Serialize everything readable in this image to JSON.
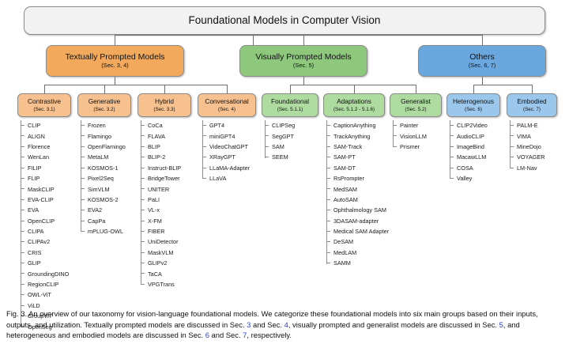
{
  "root": {
    "title": "Foundational Models in Computer Vision"
  },
  "tier2": [
    {
      "id": "text",
      "label": "Textually Prompted Models",
      "section": "(Sec. 3, 4)",
      "color": "#f2a95c"
    },
    {
      "id": "vis",
      "label": "Visually Prompted Models",
      "section": "(Sec. 5)",
      "color": "#8ec87c"
    },
    {
      "id": "oth",
      "label": "Others",
      "section": "(Sec. 6, 7)",
      "color": "#6ba7df"
    }
  ],
  "categories": [
    {
      "id": "contrastive",
      "label": "Contrastive",
      "section": "(Sec. 3.1)",
      "color": "#f7c08f",
      "items": [
        "CLIP",
        "ALIGN",
        "Florence",
        "WenLan",
        "FILIP",
        "FLIP",
        "MaskCLIP",
        "EVA-CLIP",
        "EVA",
        "OpenCLIP",
        "CLIPA",
        "CLIPAv2",
        "CRIS",
        "GLIP",
        "GroundingDINO",
        "RegionCLIP",
        "OWL-ViT",
        "ViLD",
        "GroupViT",
        "OpenSeg"
      ]
    },
    {
      "id": "generative",
      "label": "Generative",
      "section": "(Sec. 3.2)",
      "color": "#f7c08f",
      "items": [
        "Frozen",
        "Flamingo",
        "OpenFlamingo",
        "MetaLM",
        "KOSMOS-1",
        "Pixel2Seq",
        "SimVLM",
        "KOSMOS-2",
        "EVA2",
        "CapPa",
        "mPLUG-OWL"
      ]
    },
    {
      "id": "hybrid",
      "label": "Hybrid",
      "section": "(Sec. 3.3)",
      "color": "#f7c08f",
      "items": [
        "CoCa",
        "FLAVA",
        "BLIP",
        "BLIP-2",
        "Instruct-BLIP",
        "BridgeTower",
        "UNITER",
        "PaLI",
        "VL-x",
        "X-FM",
        "FIBER",
        "UniDetector",
        "MaskVLM",
        "GLIPv2",
        "TaCA",
        "VPGTrans"
      ]
    },
    {
      "id": "conversational",
      "label": "Conversational",
      "section": "(Sec. 4)",
      "color": "#f7c08f",
      "items": [
        "GPT4",
        "miniGPT4",
        "VideoChatGPT",
        "XRayGPT",
        "LLaMA-Adapter",
        "LLaVA"
      ]
    },
    {
      "id": "foundational",
      "label": "Foundational",
      "section": "(Sec. 5.1.1)",
      "color": "#aedba0",
      "items": [
        "CLIPSeg",
        "SegGPT",
        "SAM",
        "SEEM"
      ]
    },
    {
      "id": "adaptations",
      "label": "Adaptations",
      "section": "(Sec. 5.1.2 - 5.1.6)",
      "color": "#aedba0",
      "items": [
        "CaptionAnything",
        "TrackAnything",
        "SAM-Track",
        "SAM-PT",
        "SAM-DT",
        "RsPrompter",
        "MedSAM",
        "AutoSAM",
        "Ophthalmology SAM",
        "3DASAM-adapter",
        "Medical SAM Adapter",
        "DeSAM",
        "MedLAM",
        "SAMM"
      ]
    },
    {
      "id": "generalist",
      "label": "Generalist",
      "section": "(Sec. 5.2)",
      "color": "#aedba0",
      "items": [
        "Painter",
        "VisionLLM",
        "Prismer"
      ]
    },
    {
      "id": "heterogenous",
      "label": "Heterogenous",
      "section": "(Sec. 6)",
      "color": "#9cc7ec",
      "items": [
        "CLIP2Video",
        "AudioCLIP",
        "ImageBind",
        "MacawLLM",
        "COSA",
        "Valley"
      ]
    },
    {
      "id": "embodied",
      "label": "Embodied",
      "section": "(Sec. 7)",
      "color": "#9cc7ec",
      "items": [
        "PALM-E",
        "VIMA",
        "MineDojo",
        "VOYAGER",
        "LM-Nav"
      ]
    }
  ],
  "caption": {
    "prefix": "Fig. 3. An overview of our taxonomy for vision-language foundational models. We categorize these foundational models into six main groups based on their inputs, outputs, and utilization. Textually prompted models are discussed in Sec. ",
    "sec_a": "3",
    "mid_a": " and Sec. ",
    "sec_b": "4",
    "mid_b": ", visually prompted and generalist models are discussed in Sec. ",
    "sec_c": "5",
    "mid_c": ", and heterogeneous and embodied models are discussed in Sec. ",
    "sec_d": "6",
    "mid_d": " and Sec. ",
    "sec_e": "7",
    "suffix": ", respectively."
  }
}
